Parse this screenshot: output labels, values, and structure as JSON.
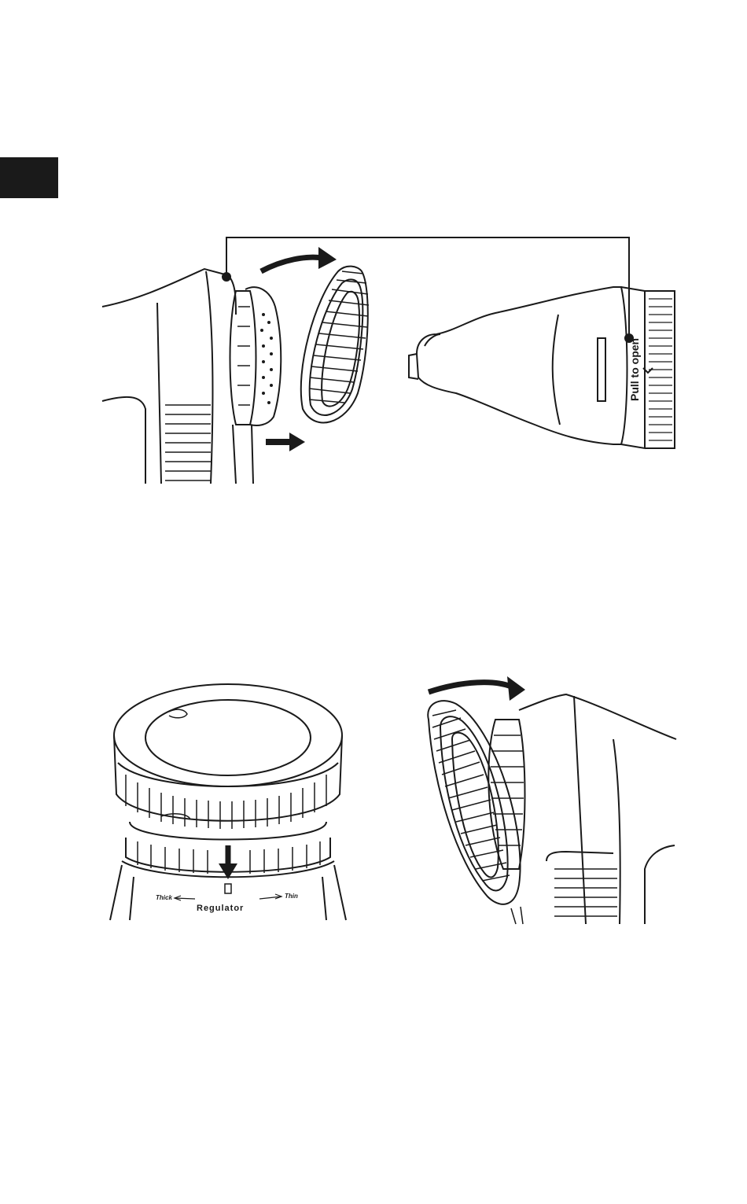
{
  "page": {
    "tab_color": "#1a1a1a",
    "line_color": "#1a1a1a"
  },
  "figure_top": {
    "label_pull": "Pull to open"
  },
  "figure_left": {
    "label_regulator": "Regulator",
    "label_thick": "Thick",
    "label_thin": "Thin"
  },
  "figure_right": {}
}
